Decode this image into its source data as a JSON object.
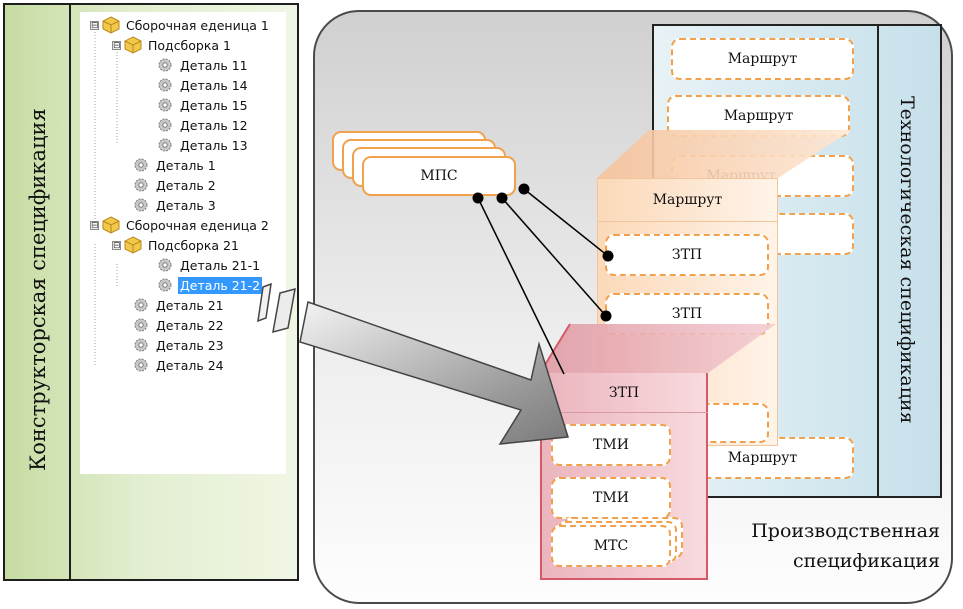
{
  "design_spec": {
    "title": "Конструкторская спецификация",
    "tree": [
      {
        "label": "Сборочная еденица 1",
        "icon": "box-icon",
        "expander": "⊟"
      },
      {
        "label": "Подсборка 1",
        "icon": "box-icon",
        "expander": "⊟"
      },
      {
        "label": "Деталь 11",
        "icon": "gear-icon"
      },
      {
        "label": "Деталь 14",
        "icon": "gear-icon"
      },
      {
        "label": "Деталь 15",
        "icon": "gear-icon"
      },
      {
        "label": "Деталь 12",
        "icon": "gear-icon"
      },
      {
        "label": "Деталь 13",
        "icon": "gear-icon"
      },
      {
        "label": "Деталь 1",
        "icon": "gear-icon"
      },
      {
        "label": "Деталь 2",
        "icon": "gear-icon"
      },
      {
        "label": "Деталь 3",
        "icon": "gear-icon"
      },
      {
        "label": "Сборочная еденица 2",
        "icon": "box-icon",
        "expander": "⊟"
      },
      {
        "label": "Подсборка 21",
        "icon": "box-icon",
        "expander": "⊟"
      },
      {
        "label": "Деталь 21-1",
        "icon": "gear-icon"
      },
      {
        "label": "Деталь 21-2",
        "icon": "gear-icon",
        "selected": true
      },
      {
        "label": "Деталь 21",
        "icon": "gear-icon"
      },
      {
        "label": "Деталь 22",
        "icon": "gear-icon"
      },
      {
        "label": "Деталь 23",
        "icon": "gear-icon"
      },
      {
        "label": "Деталь 24",
        "icon": "gear-icon"
      }
    ]
  },
  "production_spec": {
    "title_line1": "Производственная",
    "title_line2": "спецификация"
  },
  "tech_spec": {
    "title": "Технологическая спецификация",
    "routes": [
      "Маршрут",
      "Маршрут",
      "Маршрут",
      "Маршрут",
      "Маршрут"
    ]
  },
  "route_block": {
    "title": "Маршрут",
    "items": [
      "ЗТП",
      "ЗТП"
    ]
  },
  "ztp_block": {
    "title": "ЗТП",
    "items": [
      "ТМИ",
      "ТМИ",
      "МТС"
    ]
  },
  "mps": {
    "label": "МПС"
  },
  "colors": {
    "design_green": "#c6dca2",
    "tech_blue": "#c6e0ea",
    "dash_orange": "#f1a04c",
    "route_peach": "#fbd9b9",
    "ztp_pink": "#ebb5bd",
    "selection": "#3399ff"
  }
}
